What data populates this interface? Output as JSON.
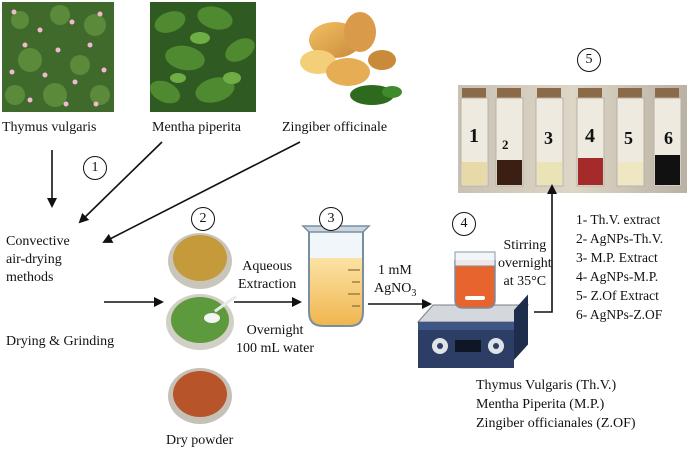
{
  "plants": [
    "Thymus vulgaris",
    "Mentha piperita",
    "Zingiber officinale"
  ],
  "steps": [
    "1",
    "2",
    "3",
    "4",
    "5"
  ],
  "convective": [
    "Convective",
    "air-drying",
    "methods"
  ],
  "drying_grinding": "Drying & Grinding",
  "dry_powder": "Dry powder",
  "aqueous": [
    "Aqueous",
    "Extraction"
  ],
  "overnight": [
    "Overnight",
    "100 mL water"
  ],
  "agno3": {
    "line1": "1 mM",
    "line2_base": "AgNO",
    "line2_sub": "3"
  },
  "stirring": [
    "Stirring",
    "overnight",
    "at 35°C"
  ],
  "vial_numbers": [
    "1",
    "2",
    "3",
    "4",
    "5",
    "6"
  ],
  "results": [
    "1- Th.V. extract",
    "2- AgNPs-Th.V.",
    "3- M.P. Extract",
    "4- AgNPs-M.P.",
    "5- Z.Of Extract",
    "6- AgNPs-Z.OF"
  ],
  "abbreviations": [
    "Thymus Vulgaris (Th.V.)",
    "Mentha Piperita (M.P.)",
    "Zingiber officianales (Z.OF)"
  ]
}
